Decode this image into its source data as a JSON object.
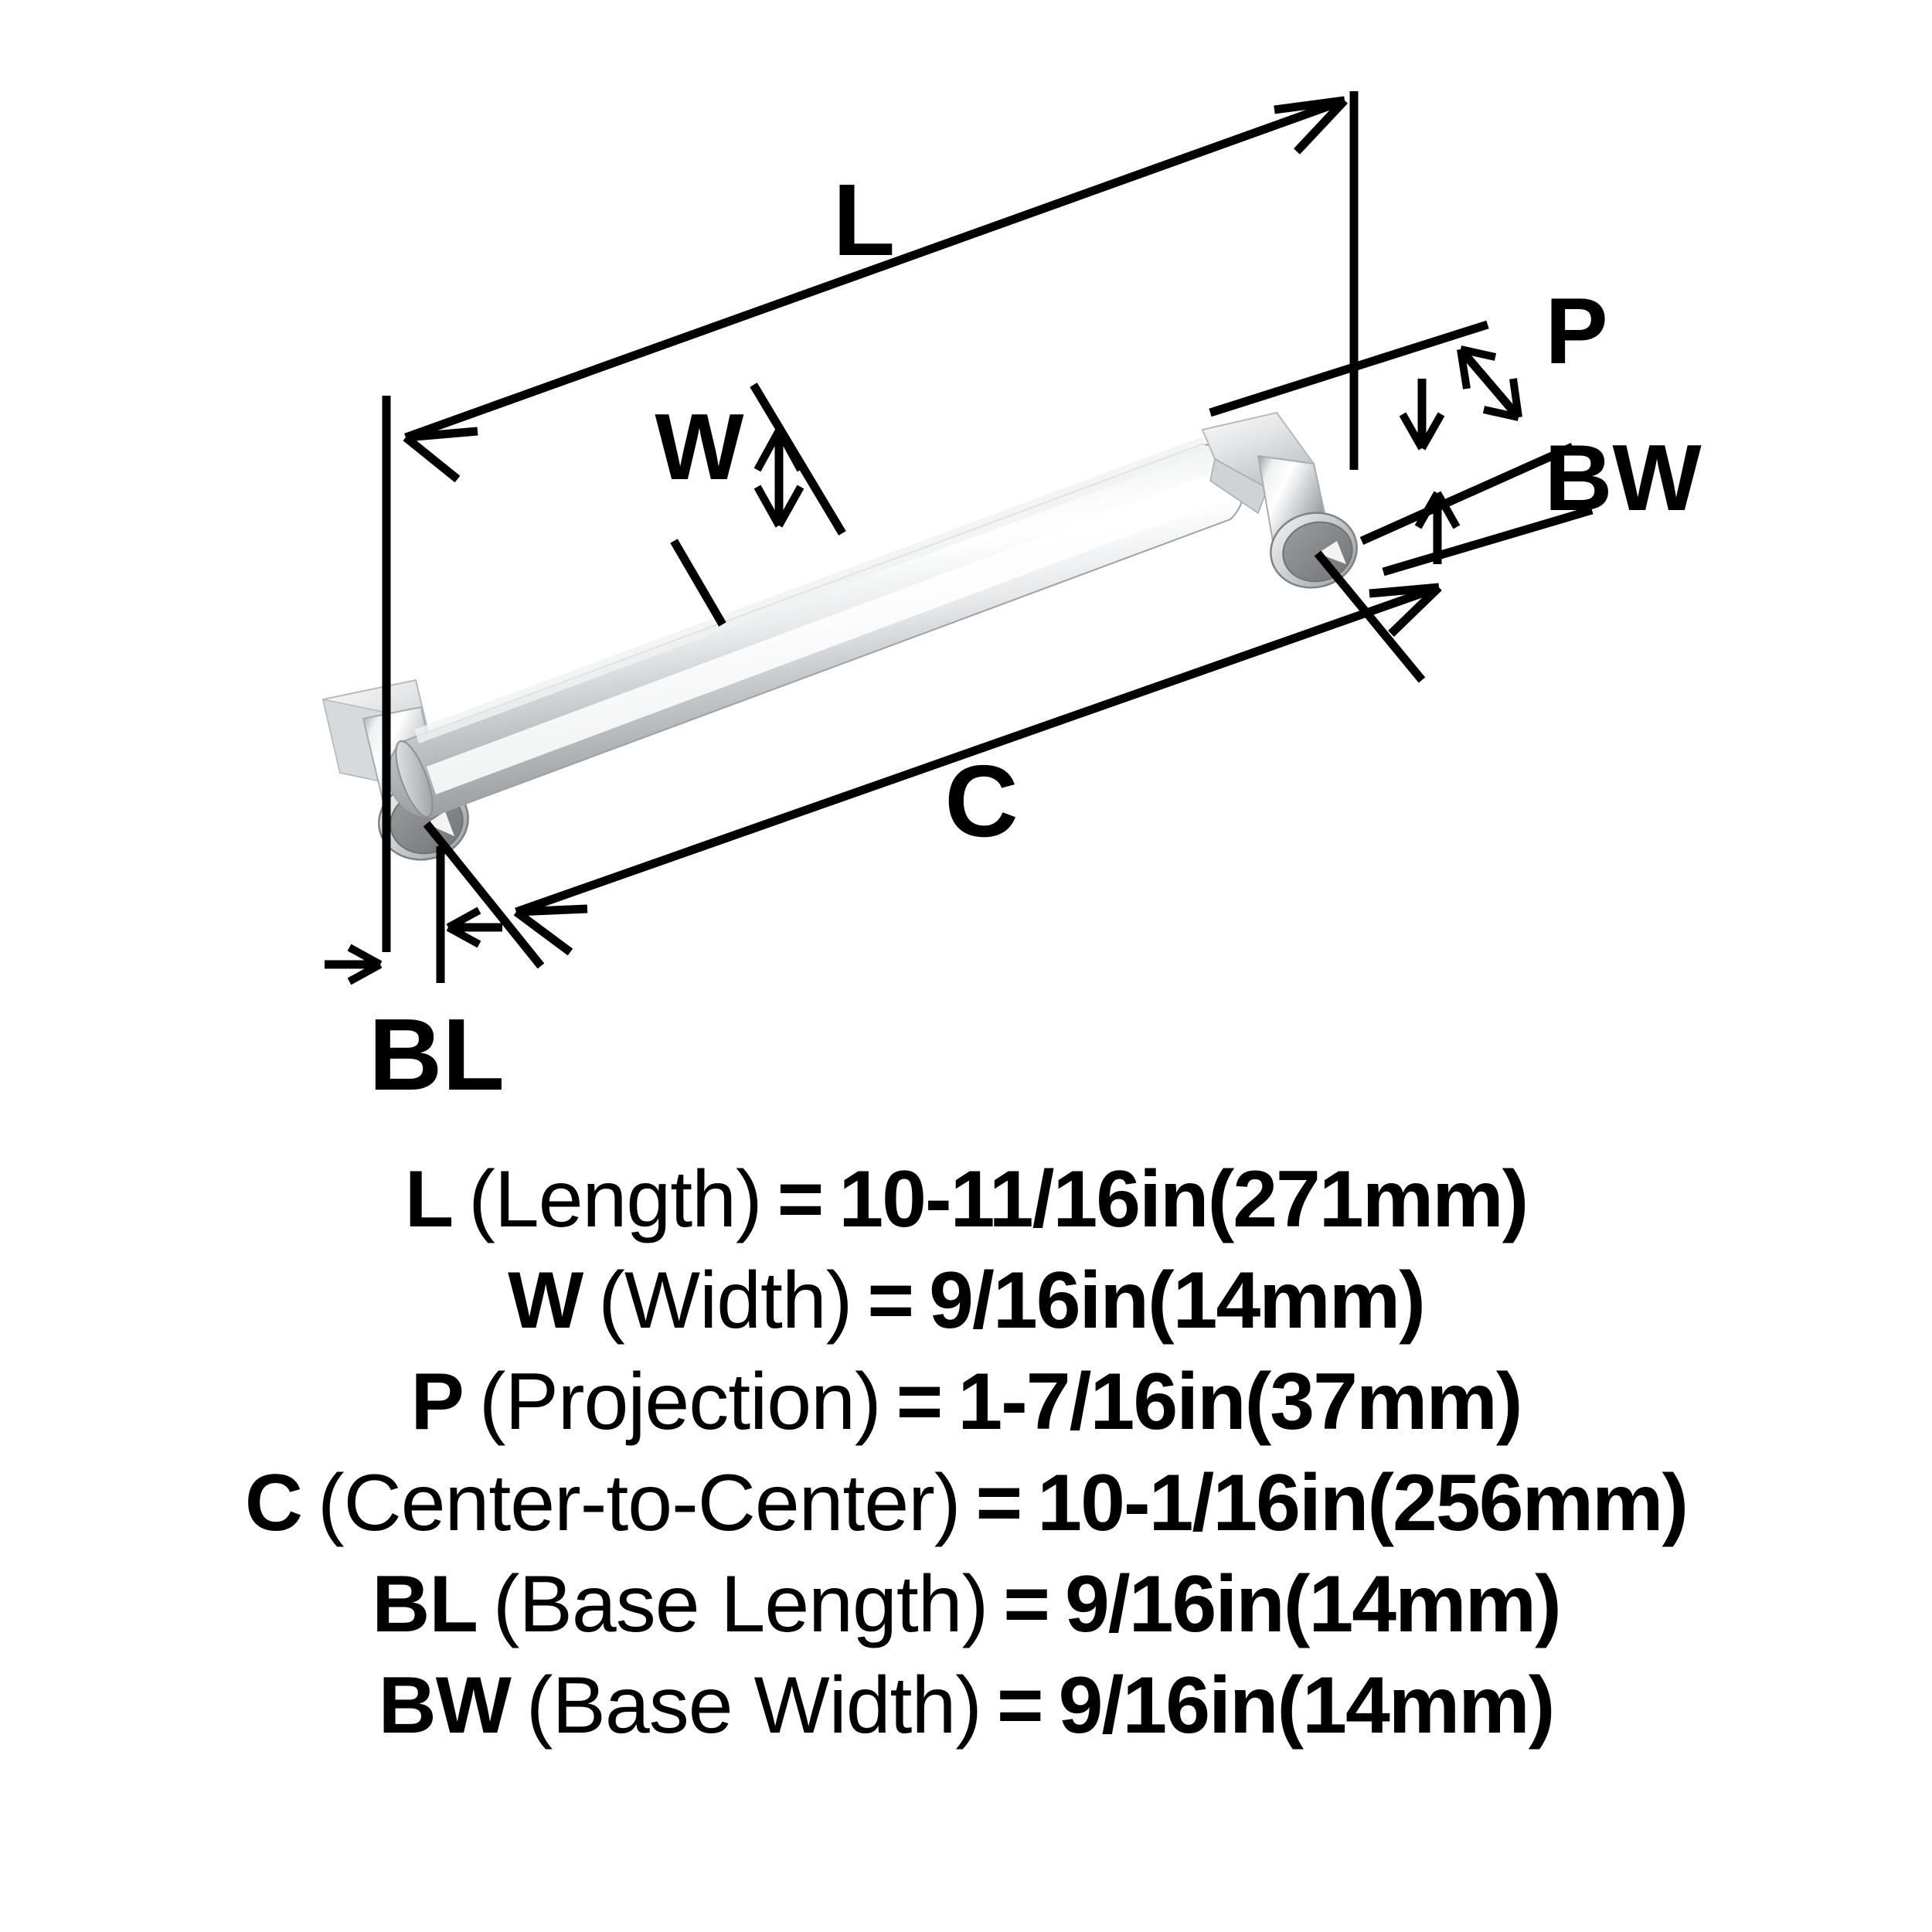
{
  "document": {
    "type": "product-dimension-diagram",
    "product": "cabinet appliance pull handle",
    "background_color": "#ffffff",
    "line_color": "#000000",
    "text_color": "#000000"
  },
  "diagram": {
    "labels": {
      "length": "L",
      "width": "W",
      "projection": "P",
      "base_width": "BW",
      "center_to_center": "C",
      "base_length": "BL"
    },
    "dimension_lines": [
      {
        "id": "L",
        "name": "length-dimension",
        "style": "double-arrow-diagonal",
        "label": "L"
      },
      {
        "id": "W",
        "name": "width-dimension",
        "style": "double-arrow-vertical",
        "label": "W"
      },
      {
        "id": "P",
        "name": "projection-dimension",
        "style": "double-arrow-diagonal",
        "label": "P"
      },
      {
        "id": "BW",
        "name": "base-width-dimension",
        "style": "opposed-arrows-vertical",
        "label": "BW"
      },
      {
        "id": "C",
        "name": "center-to-center-dimension",
        "style": "double-arrow-diagonal",
        "label": "C"
      },
      {
        "id": "BL",
        "name": "base-length-dimension",
        "style": "opposed-arrows-horizontal",
        "label": "BL"
      }
    ],
    "product_finish": {
      "name": "polished-chrome",
      "highlight": "#ffffff",
      "midtone": "#c9cccf",
      "shadow": "#8d9093",
      "cap_face": "#8a8c8e"
    }
  },
  "specs": [
    {
      "symbol": "L",
      "name": "(Length)",
      "equals": "=",
      "value": "10-11/16in(271mm)",
      "value_inches": "10-11/16in",
      "value_mm": "271mm"
    },
    {
      "symbol": "W",
      "name": "(Width)",
      "equals": "=",
      "value": "9/16in(14mm)",
      "value_inches": "9/16in",
      "value_mm": "14mm"
    },
    {
      "symbol": "P",
      "name": "(Projection)",
      "equals": "=",
      "value": "1-7/16in(37mm)",
      "value_inches": "1-7/16in",
      "value_mm": "37mm"
    },
    {
      "symbol": "C",
      "name": "(Center-to-Center)",
      "equals": "=",
      "value": "10-1/16in(256mm)",
      "value_inches": "10-1/16in",
      "value_mm": "256mm"
    },
    {
      "symbol": "BL",
      "name": "(Base Length)",
      "equals": "=",
      "value": "9/16in(14mm)",
      "value_inches": "9/16in",
      "value_mm": "14mm"
    },
    {
      "symbol": "BW",
      "name": "(Base Width)",
      "equals": "=",
      "value": "9/16in(14mm)",
      "value_inches": "9/16in",
      "value_mm": "14mm"
    }
  ]
}
